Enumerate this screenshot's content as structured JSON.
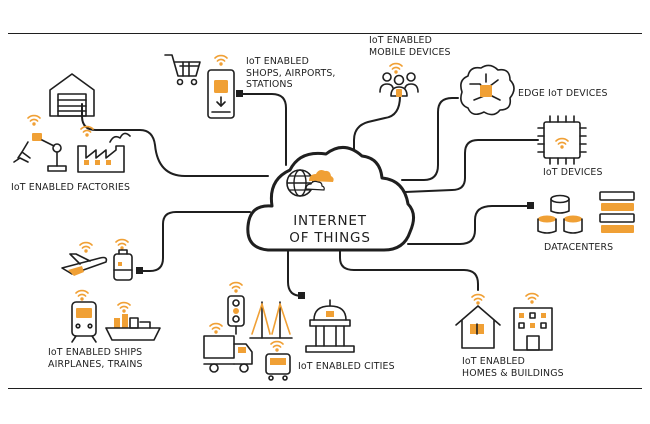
{
  "hub": {
    "line1": "INTERNET",
    "line2": "OF THINGS"
  },
  "nodes": {
    "shops": {
      "line1": "IoT ENABLED",
      "line2": "SHOPS, AIRPORTS,",
      "line3": "STATIONS"
    },
    "mobile": {
      "line1": "IoT ENABLED",
      "line2": "MOBILE DEVICES"
    },
    "edge": {
      "label": "EDGE IoT DEVICES"
    },
    "factories": {
      "label": "IoT ENABLED FACTORIES"
    },
    "iot_devices": {
      "label": "IoT DEVICES"
    },
    "datacenters": {
      "label": "DATACENTERS"
    },
    "ships": {
      "line1": "IoT ENABLED SHIPS",
      "line2": "AIRPLANES, TRAINS"
    },
    "cities": {
      "label": "IoT ENABLED CITIES"
    },
    "homes": {
      "line1": "IoT ENABLED",
      "line2": "HOMES & BUILDINGS"
    }
  },
  "colors": {
    "accent": "#f0a035",
    "ink": "#1f1f1f",
    "background": "#ffffff"
  },
  "icons": [
    "wifi-icon",
    "shopping-cart-icon",
    "smartphone-icon",
    "people-group-icon",
    "brain-chip-icon",
    "microchip-icon",
    "database-icon",
    "server-rack-icon",
    "warehouse-icon",
    "robot-arm-icon",
    "factory-icon",
    "airplane-icon",
    "luggage-icon",
    "train-icon",
    "ship-icon",
    "traffic-light-icon",
    "bridge-icon",
    "capitol-building-icon",
    "truck-icon",
    "bus-icon",
    "house-icon",
    "office-building-icon",
    "cloud-icon",
    "globe-icon"
  ]
}
